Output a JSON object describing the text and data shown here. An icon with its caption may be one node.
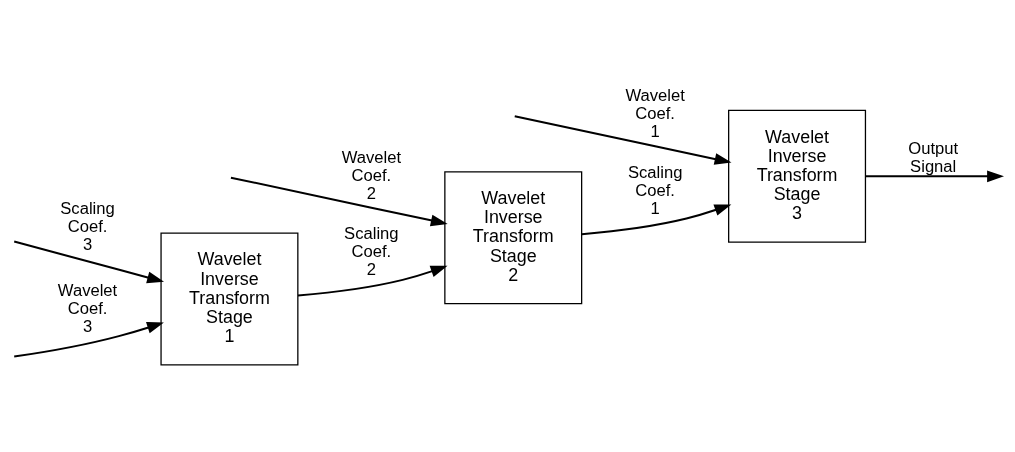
{
  "diagram": {
    "nodes": [
      {
        "text": [
          "Wavelet Inverse Transform Stage 1"
        ]
      },
      {
        "text": [
          "Wavelet Inverse Transform Stage 2"
        ]
      },
      {
        "text": [
          "Wavelet Inverse Transform Stage 3"
        ]
      }
    ],
    "edges": [
      {
        "from": null,
        "to": 0,
        "arrow": "to",
        "label": "Scaling Coef. 3"
      },
      {
        "from": null,
        "to": 0,
        "arrow": "to",
        "label": "Wavelet Coef. 3"
      },
      {
        "from": 0,
        "to": 1,
        "arrow": "to",
        "label": "Scaling Coef. 2"
      },
      {
        "from": null,
        "to": 1,
        "arrow": "to",
        "label": "Wavelet Coef. 2"
      },
      {
        "from": 1,
        "to": 2,
        "arrow": "to",
        "label": "Scaling Coef. 1"
      },
      {
        "from": null,
        "to": 2,
        "arrow": "to",
        "label": "Wavelet Coef. 1"
      },
      {
        "from": 2,
        "to": null,
        "arrow": "to",
        "label": "Output Signal"
      }
    ]
  }
}
